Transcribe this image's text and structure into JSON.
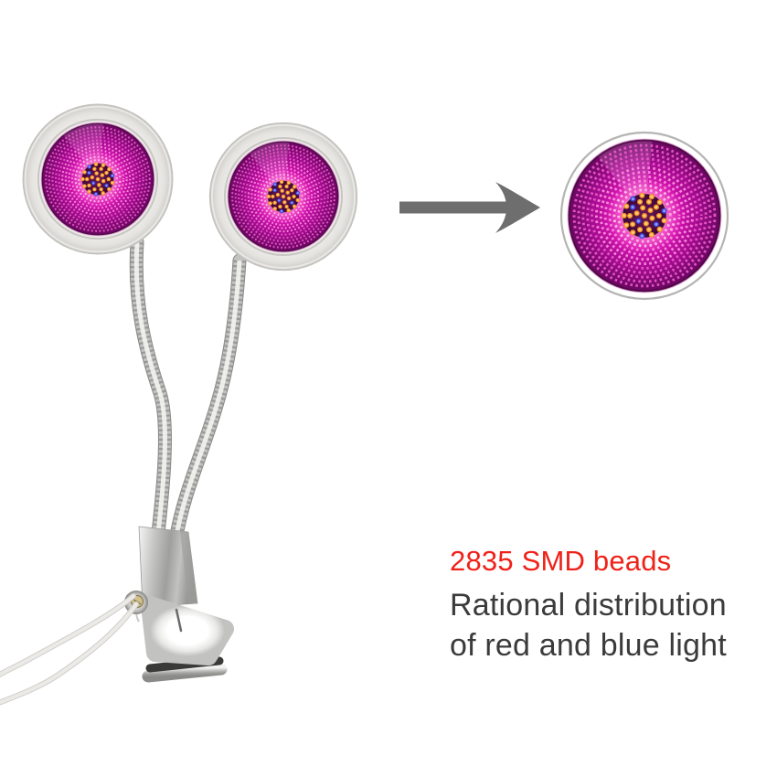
{
  "background_color": "#ffffff",
  "caption": {
    "headline": "2835 SMD beads",
    "headline_color": "#ef2118",
    "line1": "Rational distribution",
    "line2": "of red and blue light",
    "body_color": "#3b3b3b"
  },
  "arrow_color": "#6e6e6e",
  "colors": {
    "rim_light": "#f6f5f1",
    "rim_mid": "#f1f0ec",
    "rim_edge": "#bdbcb8",
    "rim_groove": "#c7c6c2",
    "zoom_ring": "#b4b4b2",
    "face_center": "#ffa8e4",
    "face_bright": "#f94ecb",
    "face_mid": "#d914b4",
    "face_deep": "#a50c90",
    "face_edge": "#65085c",
    "edge_dark_ring": "#4d0645",
    "dot_inner": "#ffdcf3",
    "dot_mid": "#ff8fdf",
    "dot_outer": "#f057cd",
    "halo": "#ff8fd6",
    "disc_center": "#6d1d59",
    "disc_mid": "#4c0a42",
    "disc_edge": "#3a0634",
    "led_orange": "#f59022",
    "led_orange_core": "#ffd27a",
    "led_blue": "#3d42d8",
    "led_blue_core": "#8c9bff",
    "chrome_light": "#f4f4f2",
    "chrome_hi": "#c2c2c0",
    "chrome_base": "#9f9f9d",
    "chrome_edge": "#8a8a88",
    "chrome_rib": "#6e6e6c",
    "clip_bright": "#ffffff",
    "clip_shade": "#c2c2c0",
    "clip_dark_strip": "#3a3a38",
    "cable": "#eceae6",
    "cable_edge": "#cfcecb",
    "screw": "#cfc08c",
    "screw_ring": "#8a7b4a"
  }
}
